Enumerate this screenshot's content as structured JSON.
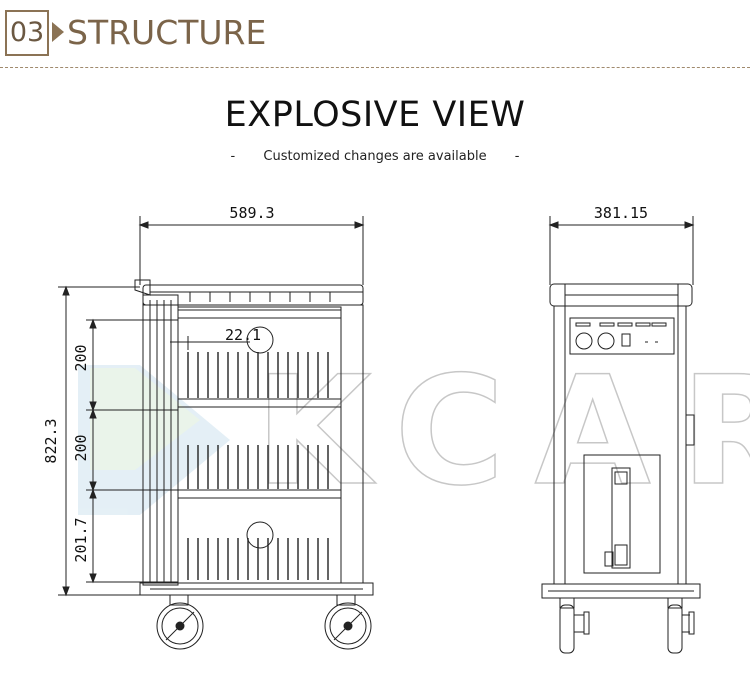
{
  "header": {
    "section_number": "03",
    "section_title": "STRUCTURE"
  },
  "title": "EXPLOSIVE VIEW",
  "subtitle": {
    "dash_left": "-",
    "text": "Customized changes are available",
    "dash_right": "-"
  },
  "dimensions": {
    "front_width": "589.3",
    "side_width": "381.15",
    "total_height": "822.3",
    "shelf_upper": "200",
    "shelf_middle": "200",
    "shelf_lower": "201.7",
    "slot_pitch": "22.1"
  },
  "watermark": "KCART",
  "colors": {
    "accent": "#8b7355",
    "line": "#222222",
    "watermark_blue": "#cfe3ef",
    "watermark_green": "#d9ecd9"
  }
}
